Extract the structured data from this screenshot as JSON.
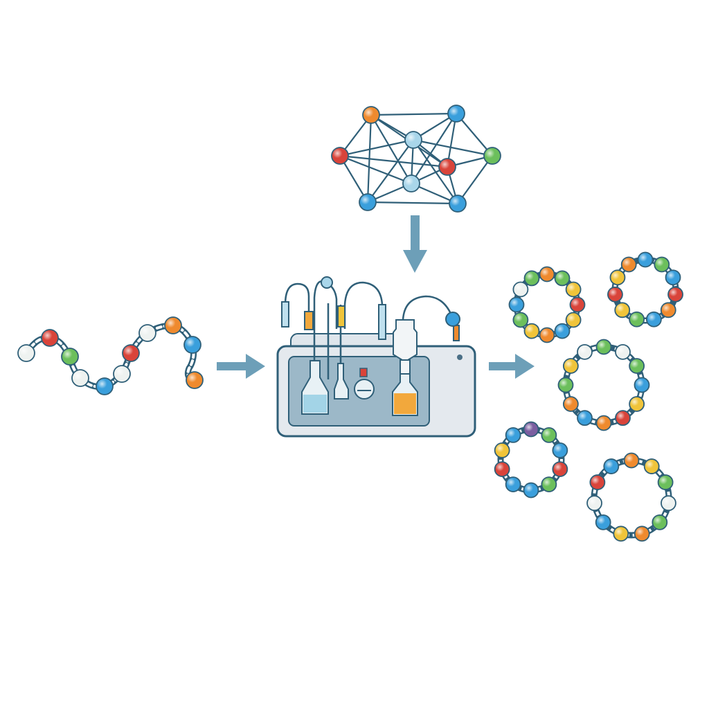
{
  "colors": {
    "link": "#2f5f78",
    "arrow": "#6d9fb8",
    "red": "#d9443a",
    "orange": "#ef8a2e",
    "yellow": "#f0c43a",
    "green": "#6cbf5c",
    "blue": "#3a9fdc",
    "lightblue": "#a9d6ea",
    "white": "#eef2f0",
    "purple": "#7b5ea0",
    "machine_body": "#e4e9ee",
    "machine_panel": "#9cb8c8",
    "liquid_orange": "#f2a83c",
    "liquid_blue": "#9fd2e6"
  },
  "linear_chain": {
    "bead_colors": [
      "white",
      "red",
      "green",
      "white",
      "blue",
      "white",
      "red",
      "white",
      "orange",
      "blue",
      "orange"
    ]
  },
  "network": {
    "node_colors": [
      "orange",
      "blue",
      "red",
      "lightblue",
      "red",
      "green",
      "lightblue",
      "blue",
      "blue"
    ]
  },
  "machine": {
    "flask_contents": [
      "liquid_blue",
      "empty",
      "empty",
      "liquid_orange"
    ]
  },
  "rings": [
    {
      "bead_colors": [
        "orange",
        "green",
        "yellow",
        "red",
        "yellow",
        "blue",
        "orange",
        "yellow",
        "green",
        "blue",
        "white",
        "green"
      ]
    },
    {
      "bead_colors": [
        "blue",
        "green",
        "blue",
        "red",
        "orange",
        "blue",
        "green",
        "yellow",
        "red",
        "yellow",
        "orange"
      ]
    },
    {
      "bead_colors": [
        "green",
        "white",
        "green",
        "blue",
        "yellow",
        "red",
        "orange",
        "blue",
        "orange",
        "green",
        "yellow",
        "white"
      ]
    },
    {
      "bead_colors": [
        "purple",
        "green",
        "blue",
        "red",
        "green",
        "blue",
        "blue",
        "red",
        "yellow",
        "blue"
      ]
    },
    {
      "bead_colors": [
        "orange",
        "yellow",
        "green",
        "white",
        "green",
        "orange",
        "yellow",
        "blue",
        "white",
        "red",
        "blue"
      ]
    }
  ]
}
